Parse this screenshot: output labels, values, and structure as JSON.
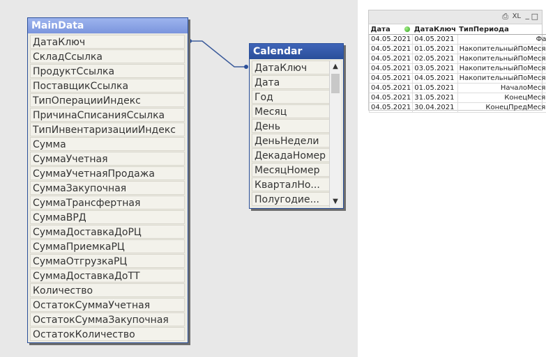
{
  "maindata": {
    "title": "MainData",
    "fields": [
      "ДатаКлюч",
      "СкладСсылка",
      "ПродуктСсылка",
      "ПоставщикСсылка",
      "ТипОперацииИндекс",
      "ПричинаСписанияСсылка",
      "ТипИнвентаризацииИндекс",
      "Сумма",
      "СуммаУчетная",
      "СуммаУчетнаяПродажа",
      "СуммаЗакупочная",
      "СуммаТрансфертная",
      "СуммаВРД",
      "СуммаДоставкаДоРЦ",
      "СуммаПриемкаРЦ",
      "СуммаОтгрузкаРЦ",
      "СуммаДоставкаДоТТ",
      "Количество",
      "ОстатокСуммаУчетная",
      "ОстатокСуммаЗакупочная",
      "ОстатокКоличество"
    ]
  },
  "calendar": {
    "title": "Calendar",
    "fields": [
      "ДатаКлюч",
      "Дата",
      "Год",
      "Месяц",
      "День",
      "ДеньНедели",
      "ДекадаНомер",
      "МесяцНомер",
      "КварталНо...",
      "Полугодие..."
    ]
  },
  "tablebox": {
    "caption_xl": "XL",
    "headers": [
      "Дата",
      "ДатаКлюч",
      "ТипПериода"
    ],
    "rows": [
      [
        "04.05.2021",
        "04.05.2021",
        "Факт"
      ],
      [
        "04.05.2021",
        "01.05.2021",
        "НакопительныйПоМесяцу"
      ],
      [
        "04.05.2021",
        "02.05.2021",
        "НакопительныйПоМесяцу"
      ],
      [
        "04.05.2021",
        "03.05.2021",
        "НакопительныйПоМесяцу"
      ],
      [
        "04.05.2021",
        "04.05.2021",
        "НакопительныйПоМесяцу"
      ],
      [
        "04.05.2021",
        "01.05.2021",
        "НачалоМесяца"
      ],
      [
        "04.05.2021",
        "31.05.2021",
        "КонецМесяца"
      ],
      [
        "04.05.2021",
        "30.04.2021",
        "КонецПредМесяца"
      ]
    ]
  },
  "colors": {
    "canvas": "#e8e8e8",
    "calendar_title": "#2a4f9a",
    "maindata_title": "#8aa3e6",
    "link_line": "#3a5a9a"
  },
  "icons": {
    "print": "print-icon",
    "xl": "excel-export-icon",
    "minimize": "minimize-icon",
    "maximize": "maximize-icon",
    "scroll_up": "chevron-up-icon",
    "scroll_down": "chevron-down-icon",
    "selection_indicator": "green-dot-icon"
  }
}
